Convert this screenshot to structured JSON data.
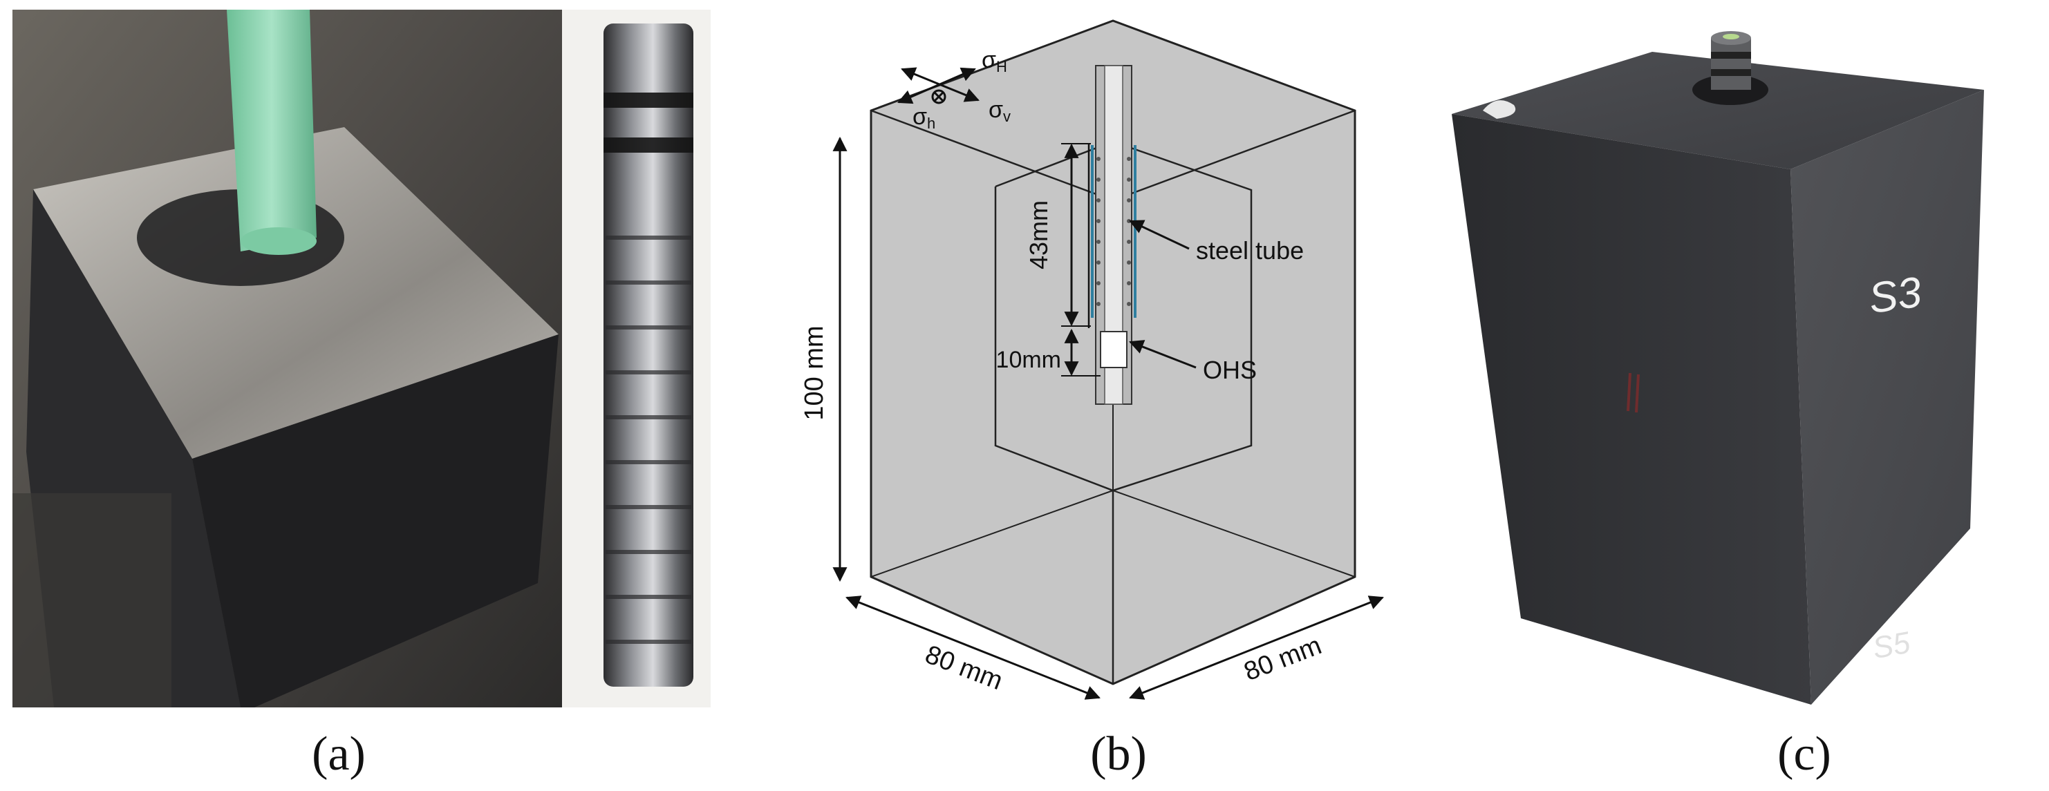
{
  "panels": {
    "a": {
      "caption": "(a)"
    },
    "b": {
      "caption": "(b)",
      "stress_labels": {
        "sigma_H": "σ",
        "sigma_H_sub": "H",
        "sigma_v": "σ",
        "sigma_v_sub": "v",
        "sigma_h": "σ",
        "sigma_h_sub": "h"
      },
      "dims": {
        "height": "100 mm",
        "width_left": "80 mm",
        "width_right": "80 mm",
        "tube_len": "43mm",
        "ohs_len": "10mm"
      },
      "callouts": {
        "steel_tube": "steel tube",
        "ohs": "OHS"
      }
    },
    "c": {
      "caption": "(c)",
      "marks": {
        "top_face": "S3",
        "bottom_corner": "S5"
      }
    }
  },
  "colors": {
    "diagram_gray": "#c4c4c4",
    "stroke": "#222222",
    "block_dark": "#3a3b3e",
    "green_pipe": "#8fd3b0"
  }
}
